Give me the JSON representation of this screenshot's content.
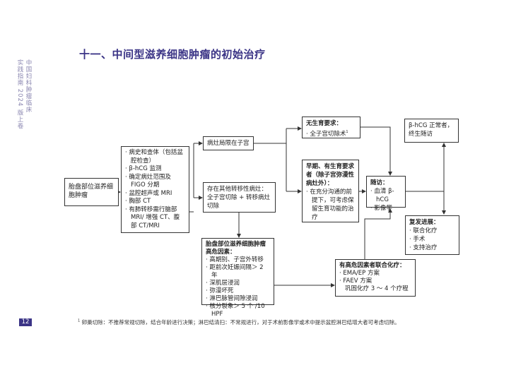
{
  "title": "十一、中间型滋养细胞肿瘤的初始治疗",
  "side_title": [
    "中国妇科肿瘤临床",
    "实践指南 2024 版上卷"
  ],
  "page_number": "12",
  "accent": "#3b3486",
  "flow": {
    "start": "胎盘部位滋养细胞肿瘤",
    "workup": [
      "病史和查体（包括盆腔检查）",
      "β-hCG 监测",
      "确定病灶范围及 FIGO 分期",
      "盆腔超声或 MRI",
      "胸部 CT",
      "有肺转移需行脑部 MRI/ 增强 CT、腹部 CT/MRI"
    ],
    "confined": "病灶局限在子宫",
    "metastatic": "存在其他转移性病灶：全子宫切除 + 转移病灶切除",
    "no_fertility": {
      "head": "无生育要求：",
      "item": "全子宫切除术",
      "sup": "1"
    },
    "fertility": {
      "head": "早期、有生育要求者（除子宫弥漫性病灶外）：",
      "item": "在充分沟通的前提下，可考虑保留生育功能的治疗"
    },
    "followup": {
      "head": "随访：",
      "items": [
        "血清 β-hCG",
        "影像学"
      ]
    },
    "normal": "β-hCG 正常者，终生随访",
    "relapse": {
      "head": "复发进展：",
      "items": [
        "联合化疗",
        "手术",
        "支持治疗"
      ]
    },
    "risk": {
      "head": "胎盘部位滋养细胞肿瘤高危因素：",
      "items": [
        "高期别、子宫外转移",
        "距前次妊娠间隔＞ 2 年",
        "深肌层浸润",
        "弥漫坏死",
        "淋巴脉管间隙浸润",
        "核分裂象＞ 5 个 /10 HPF"
      ]
    },
    "chemo": {
      "head": "有高危因素者联合化疗：",
      "items": [
        "EMA/EP 方案",
        "FAEV 方案"
      ],
      "extra": "巩固化疗 3 ～ 4 个疗程"
    }
  },
  "footnote": {
    "sup": "1",
    "text": "卵巢切除：不推荐常规切除，结合年龄进行决策；淋巴结清扫：不常规进行，对于术前影像学或术中提示盆腔淋巴结增大者可考虑切除。"
  }
}
